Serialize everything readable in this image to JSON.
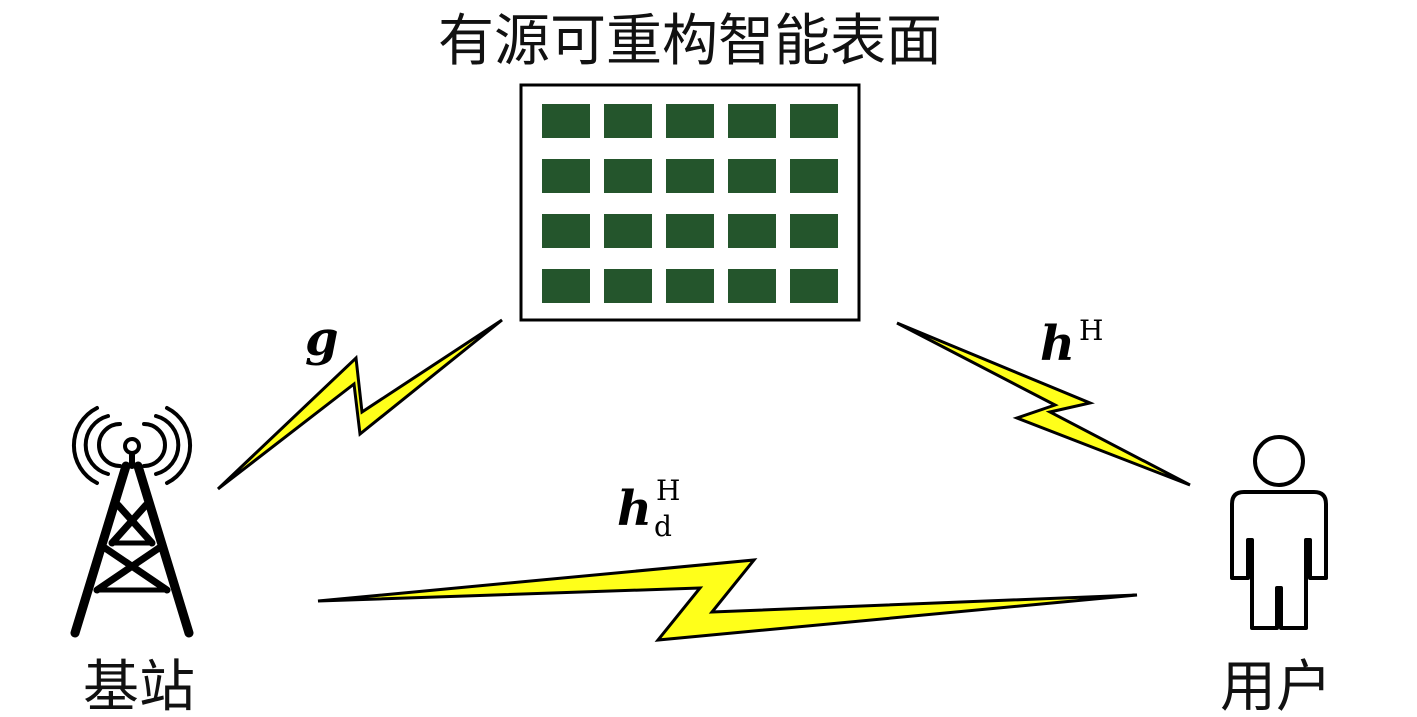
{
  "title": "有源可重构智能表面",
  "labels": {
    "base_station": "基站",
    "user": "用户"
  },
  "channels": {
    "g": {
      "symbol": "g"
    },
    "h": {
      "symbol": "h",
      "superscript": "H"
    },
    "hd": {
      "symbol": "h",
      "subscript": "d",
      "superscript": "H"
    }
  },
  "ris": {
    "rows": 4,
    "cols": 5
  },
  "colors": {
    "ris_element": "#24552c",
    "link_fill": "#ffff1a",
    "outline": "#000000"
  },
  "icons": {
    "base_station": "cell-tower-icon",
    "user": "person-icon"
  }
}
